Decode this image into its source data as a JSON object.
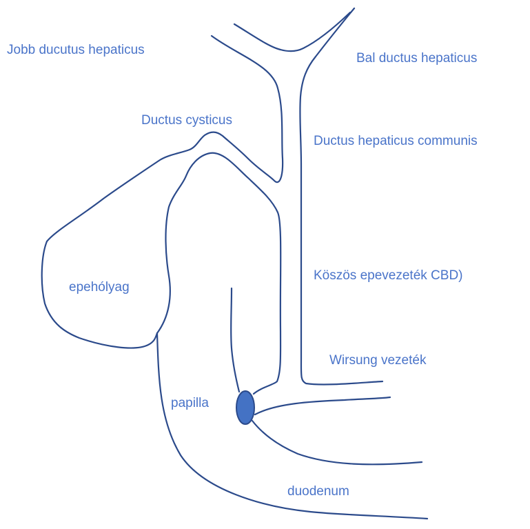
{
  "colors": {
    "line": "#2b4a8b",
    "label": "#4a74c9",
    "papilla_fill": "#4472c4",
    "papilla_stroke": "#2b4a8b"
  },
  "labels": {
    "right_hepatic_duct": "Jobb ducutus hepaticus",
    "left_hepatic_duct": "Bal ductus hepaticus",
    "cystic_duct": "Ductus cysticus",
    "common_hepatic_duct": "Ductus hepaticus communis",
    "gallbladder": "epehólyag",
    "common_bile_duct": "Köszös epevezeték CBD)",
    "pancreatic_duct": "Wirsung vezeték",
    "papilla": "papilla",
    "duodenum": "duodenum"
  }
}
